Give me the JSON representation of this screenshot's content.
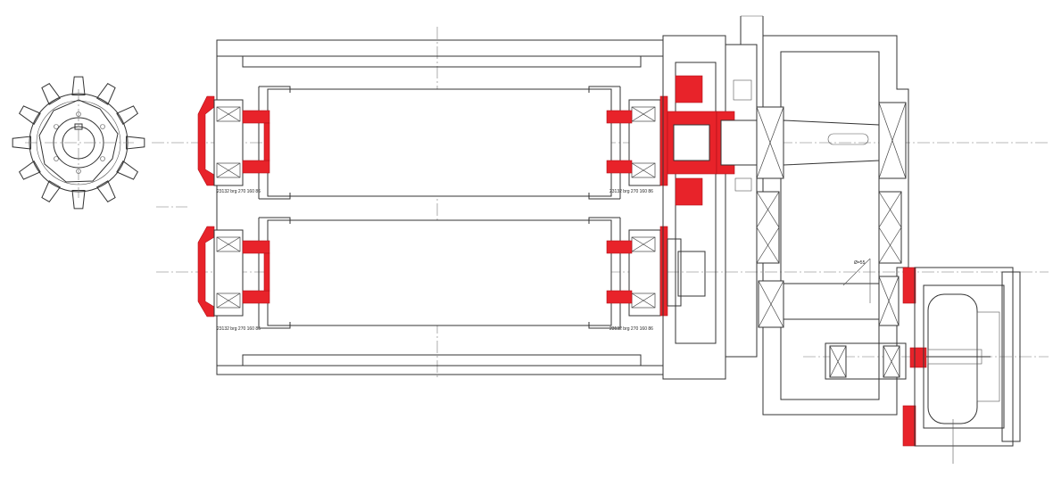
{
  "drawing": {
    "accent_color": "#e8232a",
    "line_color": "#333333",
    "labels": {
      "bearing_top_left": "23132 brg 270 160 86",
      "bearing_top_right": "23132 brg 270 160 86",
      "bearing_bottom_left": "23132 brg 270 160 86",
      "bearing_bottom_right": "23132 brg 270 160 86",
      "dim_value": "Ø=55"
    }
  }
}
